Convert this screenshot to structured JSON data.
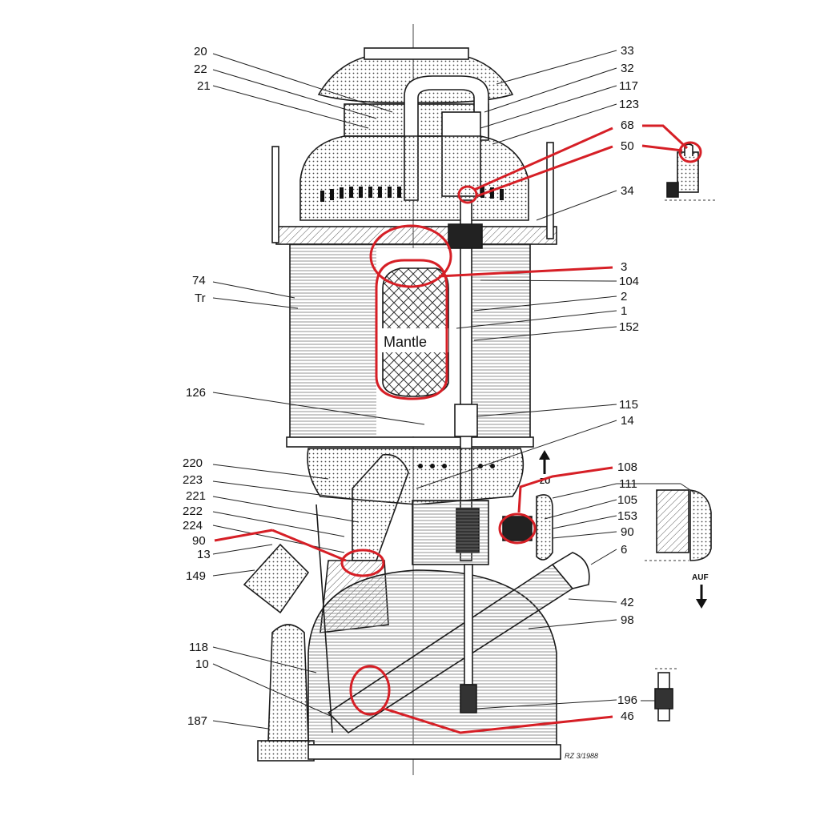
{
  "labels_left": {
    "l20": "20",
    "l22": "22",
    "l21": "21",
    "l74": "74",
    "lTr": "Tr",
    "l126": "126",
    "l220": "220",
    "l223": "223",
    "l221": "221",
    "l222": "222",
    "l224": "224",
    "l90": "90",
    "l13": "13",
    "l149": "149",
    "l118": "118",
    "l10": "10",
    "l187": "187"
  },
  "labels_right": {
    "l33": "33",
    "l32": "32",
    "l117": "117",
    "l123": "123",
    "l68": "68",
    "l50": "50",
    "l34": "34",
    "l3": "3",
    "l104": "104",
    "l2": "2",
    "l1": "1",
    "l152": "152",
    "l115": "115",
    "l14": "14",
    "l108": "108",
    "l111": "111",
    "l105": "105",
    "l153": "153",
    "l90b": "90",
    "l6": "6",
    "l42": "42",
    "l98": "98",
    "l196": "196",
    "l46": "46"
  },
  "mantle_label": "Mantle",
  "direction": {
    "zu": "ZU",
    "auf": "AUF"
  },
  "signature": "RZ 3/1988",
  "colors": {
    "highlight": "#d61f26",
    "ink": "#1a1a1a"
  }
}
